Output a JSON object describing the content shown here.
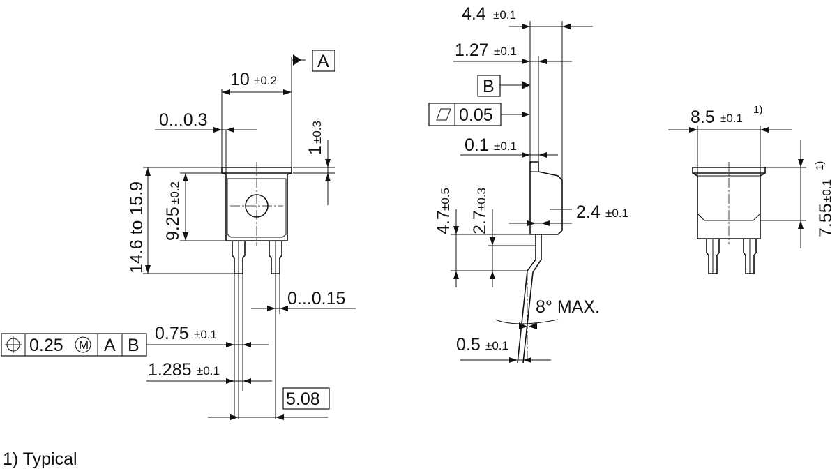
{
  "front_view": {
    "width_value": "10",
    "width_tol": "±0.2",
    "datum_a": "A",
    "left_offset_value": "0...0.3",
    "tab_thick_value": "1",
    "tab_thick_tol": "±0.3",
    "total_height_value": "14.6 to 15.9",
    "body_height_value": "9.25",
    "body_height_tol": "±0.2",
    "lead_offset_value": "0...0.15",
    "position_tol_value": "0.25",
    "modifier_m": "M",
    "datum_ref_a": "A",
    "datum_ref_b": "B",
    "lead_width_value": "0.75",
    "lead_width_tol": "±0.1",
    "lead_wide_value": "1.285",
    "lead_wide_tol": "±0.1",
    "pitch_value": "5.08"
  },
  "side_view": {
    "thickness_value": "4.4",
    "thickness_tol": "±0.1",
    "tab_value": "1.27",
    "tab_tol": "±0.1",
    "datum_b": "B",
    "flatness_value": "0.05",
    "standoff_value": "0.1",
    "standoff_tol": "±0.1",
    "height_a_value": "4.7",
    "height_a_tol": "±0.5",
    "height_b_value": "2.7",
    "height_b_tol": "±0.3",
    "lead_pos_value": "2.4",
    "lead_pos_tol": "±0.1",
    "angle_value": "8° MAX.",
    "lead_thick_value": "0.5",
    "lead_thick_tol": "±0.1"
  },
  "back_view": {
    "width_value": "8.5",
    "width_tol": "±0.1",
    "width_note": "1)",
    "height_value": "7.55",
    "height_tol": "±0.1",
    "height_note": "1)"
  },
  "footnote": "1) Typical"
}
